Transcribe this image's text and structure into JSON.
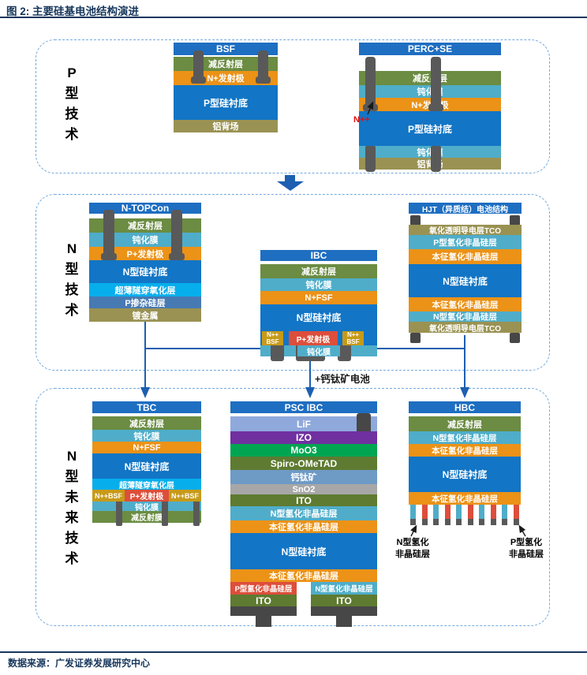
{
  "figure": {
    "title": "图 2: 主要硅基电池结构演进",
    "source": "数据来源：广发证券发展研究中心"
  },
  "sections": {
    "p_type": {
      "label": "P\n型\n技\n术"
    },
    "n_type": {
      "label": "N\n型\n技\n术"
    },
    "n_future": {
      "label": "N\n型\n未\n来\n技\n术"
    }
  },
  "flow": {
    "perovskite_label": "+钙钛矿电池"
  },
  "colors": {
    "header": "#1E6EC1",
    "green": "#6B8C42",
    "teal": "#4FADC9",
    "orange": "#EB9217",
    "blue": "#1275C5",
    "olive": "#9A9253",
    "cyan": "#06AEEC",
    "midblue": "#4779B3",
    "gold": "#C79A18",
    "red": "#DD4E3B",
    "lif": "#8FA9DC",
    "purple": "#7030A0",
    "emerald": "#00A551",
    "darkolive": "#5E7B31",
    "slate": "#6E9AC6",
    "gray": "#A7A7A7",
    "electrode": "#595959",
    "darkblock": "#474747",
    "connector": "#1D5FB0",
    "dash_border": "#74A9DD",
    "navy": "#16365C",
    "se_red": "#E01010",
    "annotation": "#1A1A1A"
  },
  "cells": {
    "bsf": {
      "title": "BSF",
      "layers": [
        "减反射层",
        "N+发射极",
        "P型硅衬底",
        "铝背场"
      ]
    },
    "perc": {
      "title": "PERC+SE",
      "se_label": "N++",
      "layers": [
        "减反射层",
        "钝化膜",
        "N+发射极",
        "P型硅衬底",
        "钝化膜",
        "铝背场"
      ]
    },
    "topcon": {
      "title": "N-TOPCon",
      "layers": [
        "减反射层",
        "钝化膜",
        "P+发射极",
        "N型硅衬底",
        "超薄隧穿氧化层",
        "P掺杂硅层",
        "镀金属"
      ]
    },
    "ibc": {
      "title": "IBC",
      "layers": [
        "减反射层",
        "钝化膜",
        "N+FSF"
      ],
      "substrate": "N型硅衬底",
      "bsf_block": "N++\nBSF",
      "emitter_block": "P+发射极",
      "strip": "钝化膜"
    },
    "hjt": {
      "title": "HJT（异质结）电池结构",
      "layers": [
        "氧化透明导电层TCO",
        "P型氢化非晶硅层",
        "本征氢化非晶硅层",
        "N型硅衬底",
        "本征氢化非晶硅层",
        "N型氢化非晶硅层",
        "氧化透明导电层TCO"
      ]
    },
    "tbc": {
      "title": "TBC",
      "layers": [
        "减反射层",
        "钝化膜",
        "N+FSF",
        "N型硅衬底",
        "超薄隧穿氧化层"
      ],
      "row": [
        "N++BSF",
        "P+发射极",
        "N++BSF"
      ],
      "bottom_layers": [
        "钝化膜",
        "减反射膜"
      ]
    },
    "psc": {
      "title": "PSC IBC",
      "layers": [
        "LiF",
        "IZO",
        "MoO3",
        "Spiro-OMeTAD",
        "钙钛矿",
        "SnO2",
        "ITO",
        "N型氢化非晶硅层",
        "本征氢化非晶硅层",
        "N型硅衬底",
        "本征氢化非晶硅层"
      ],
      "bottom_left": {
        "layer": "P型氢化非晶硅层",
        "ito": "ITO"
      },
      "bottom_right": {
        "layer": "N型氢化非晶硅层",
        "ito": "ITO"
      }
    },
    "hbc": {
      "title": "HBC",
      "layers": [
        "减反射层",
        "N型氢化非晶硅层",
        "本征氢化非晶硅层",
        "N型硅衬底",
        "本征氢化非晶硅层"
      ],
      "left_note": "N型氢化\n非晶硅层",
      "right_note": "P型氢化\n非晶硅层"
    }
  }
}
